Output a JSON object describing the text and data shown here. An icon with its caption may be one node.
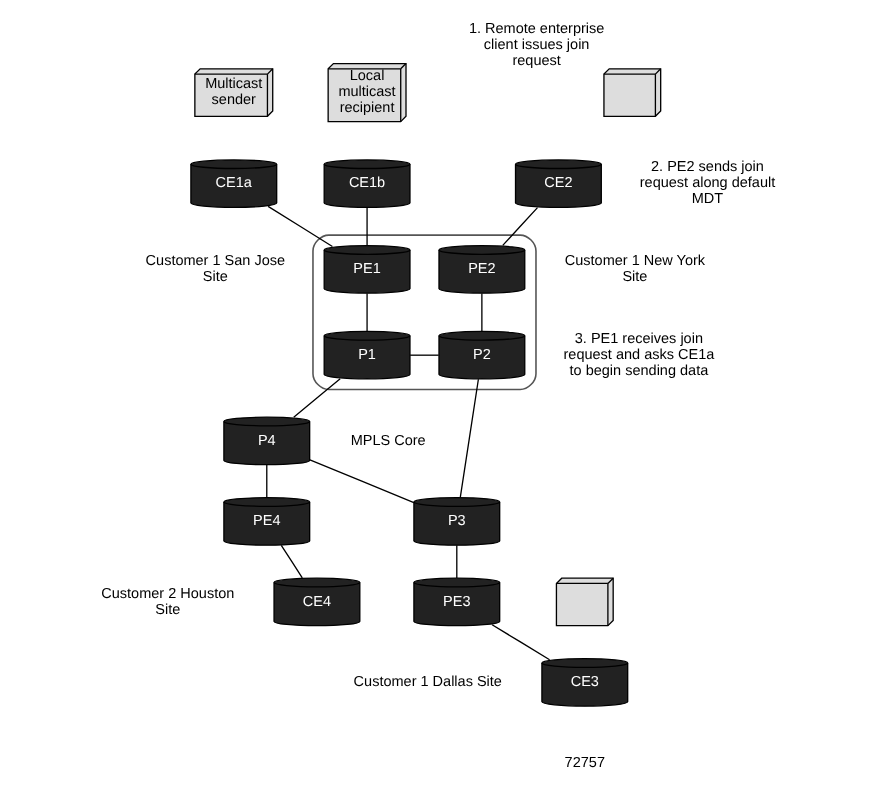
{
  "diagram": {
    "nodes": [
      {
        "text": [
          "Multicast sender"
        ]
      },
      {
        "text": [
          "Local multicast recipient"
        ]
      },
      {
        "text": [],
        "shape": "computer",
        "beside": [
          "1. Remote enterprise client issues join request"
        ]
      },
      {
        "text": [
          "CE1a"
        ]
      },
      {
        "text": [
          "CE1b"
        ]
      },
      {
        "text": [
          "CE2"
        ]
      },
      {
        "text": [],
        "shape": "cloud"
      },
      {
        "text": [
          "PE1"
        ],
        "in": 6
      },
      {
        "text": [
          "PE2"
        ],
        "in": 6
      },
      {
        "text": [
          "P1"
        ],
        "in": 6
      },
      {
        "text": [
          "P2"
        ],
        "in": 6
      },
      {
        "text": [
          "P4"
        ]
      },
      {
        "text": [
          "P3"
        ]
      },
      {
        "text": [
          "PE4"
        ]
      },
      {
        "text": [
          "PE3"
        ]
      },
      {
        "text": [
          "CE4"
        ]
      },
      {
        "text": [
          "CE3"
        ]
      },
      {
        "text": [],
        "shape": "computer"
      }
    ],
    "edges": [
      {
        "from": 3,
        "to": 7,
        "arrow": "none"
      },
      {
        "from": 4,
        "to": 7,
        "arrow": "none"
      },
      {
        "from": 5,
        "to": 8,
        "arrow": "none"
      },
      {
        "from": 7,
        "to": 9,
        "arrow": "none"
      },
      {
        "from": 8,
        "to": 10,
        "arrow": "none"
      },
      {
        "from": 9,
        "to": 10,
        "arrow": "none"
      },
      {
        "from": 9,
        "to": 11,
        "arrow": "none"
      },
      {
        "from": 10,
        "to": 12,
        "arrow": "none"
      },
      {
        "from": 11,
        "to": 12,
        "arrow": "none"
      },
      {
        "from": 11,
        "to": 13,
        "arrow": "none"
      },
      {
        "from": 12,
        "to": 14,
        "arrow": "none"
      },
      {
        "from": 13,
        "to": 15,
        "arrow": "none"
      },
      {
        "from": 14,
        "to": 16,
        "arrow": "none"
      }
    ],
    "labels": [
      "2. PE2 sends join request along default MDT",
      "Customer 1 San Jose Site",
      "Customer 1 New York Site",
      "3. PE1 receives join request and asks CE1a to begin sending data",
      "MPLS Core",
      "Customer 2 Houston Site",
      "Customer 1 Dallas Site",
      "72757"
    ]
  }
}
